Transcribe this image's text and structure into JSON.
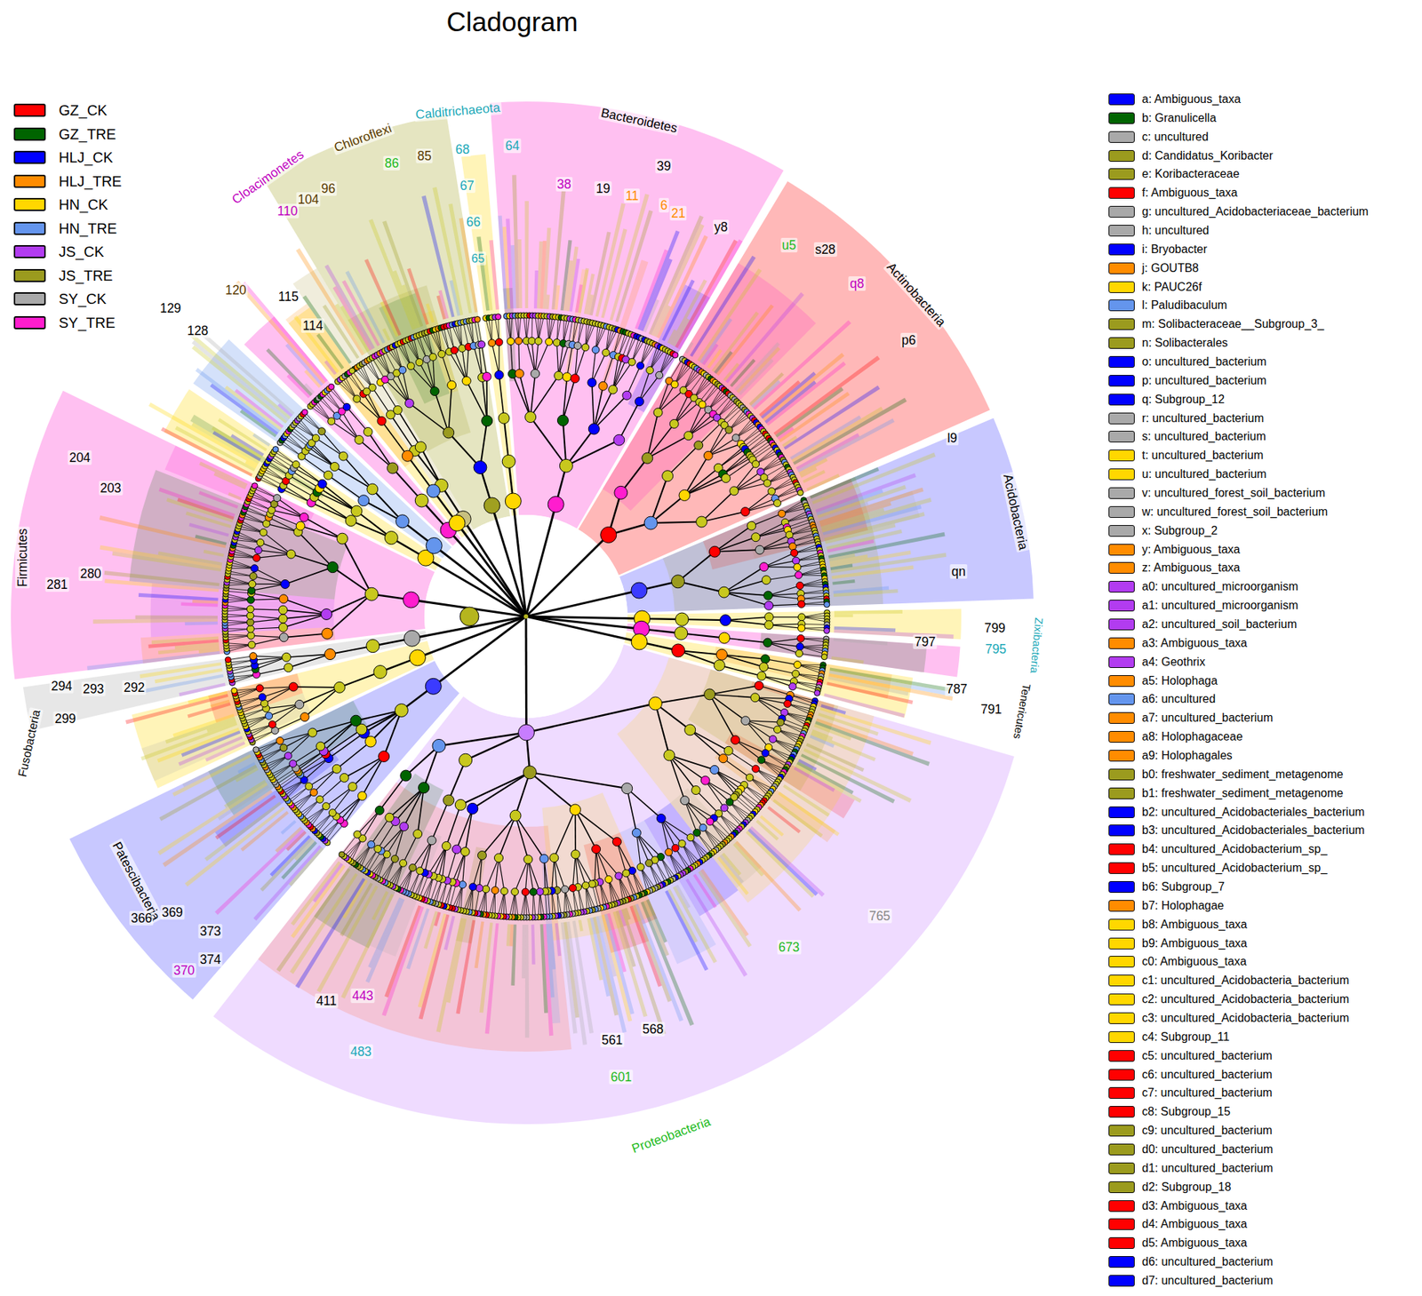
{
  "diagram": {
    "title": "Cladogram",
    "labels": [
      "Cloacimonetes",
      "Chloroflexi",
      "Calditrichaeota",
      "Bacteroidetes",
      "Actinobacteria",
      "Acidobacteria",
      "Zixibacteria",
      "Tenericutes",
      "Proteobacteria",
      "Patescibacteria",
      "Fusobacteria",
      "Firmicutes",
      "39",
      "19",
      "38",
      "11",
      "6",
      "21",
      "y8",
      "64",
      "68",
      "67",
      "66",
      "65",
      "85",
      "86",
      "104",
      "96",
      "110",
      "120",
      "115",
      "114",
      "129",
      "128",
      "204",
      "203",
      "281",
      "280",
      "294",
      "293",
      "292",
      "299",
      "366",
      "369",
      "373",
      "374",
      "370",
      "483",
      "443",
      "411",
      "601",
      "561",
      "568",
      "673",
      "765",
      "799",
      "795",
      "797",
      "791",
      "787",
      "q8",
      "p6",
      "l9",
      "qn",
      "s28",
      "u5"
    ],
    "legend": [
      {
        "text": "GZ_CK",
        "color": "#ff0000"
      },
      {
        "text": "GZ_TRE",
        "color": "#006400"
      },
      {
        "text": "HLJ_CK",
        "color": "#0000ff"
      },
      {
        "text": "HLJ_TRE",
        "color": "#ff8c00"
      },
      {
        "text": "HN_CK",
        "color": "#ffd700"
      },
      {
        "text": "HN_TRE",
        "color": "#6495ed"
      },
      {
        "text": "JS_CK",
        "color": "#b23cf0"
      },
      {
        "text": "JS_TRE",
        "color": "#9b9b1e"
      },
      {
        "text": "SY_CK",
        "color": "#a9a9a9"
      },
      {
        "text": "SY_TRE",
        "color": "#ff1dce"
      },
      {
        "text": "a: Ambiguous_taxa",
        "color": "#0000ff"
      },
      {
        "text": "b: Granulicella",
        "color": "#006400"
      },
      {
        "text": "c: uncultured",
        "color": "#a9a9a9"
      },
      {
        "text": "d: Candidatus_Koribacter",
        "color": "#9b9b1e"
      },
      {
        "text": "e: Koribacteraceae",
        "color": "#9b9b1e"
      },
      {
        "text": "f: Ambiguous_taxa",
        "color": "#ff0000"
      },
      {
        "text": "g: uncultured_Acidobacteriaceae_bacterium",
        "color": "#a9a9a9"
      },
      {
        "text": "h: uncultured",
        "color": "#a9a9a9"
      },
      {
        "text": "i: Bryobacter",
        "color": "#0000ff"
      },
      {
        "text": "j: GOUTB8",
        "color": "#ff8c00"
      },
      {
        "text": "k: PAUC26f",
        "color": "#ffd700"
      },
      {
        "text": "l: Paludibaculum",
        "color": "#6495ed"
      },
      {
        "text": "m: Solibacteraceae__Subgroup_3_",
        "color": "#9b9b1e"
      },
      {
        "text": "n: Solibacterales",
        "color": "#9b9b1e"
      },
      {
        "text": "o: uncultured_bacterium",
        "color": "#0000ff"
      },
      {
        "text": "p: uncultured_bacterium",
        "color": "#0000ff"
      },
      {
        "text": "q: Subgroup_12",
        "color": "#0000ff"
      },
      {
        "text": "r: uncultured_bacterium",
        "color": "#a9a9a9"
      },
      {
        "text": "s: uncultured_bacterium",
        "color": "#a9a9a9"
      },
      {
        "text": "t: uncultured_bacterium",
        "color": "#ffd700"
      },
      {
        "text": "u: uncultured_bacterium",
        "color": "#ffd700"
      },
      {
        "text": "v: uncultured_forest_soil_bacterium",
        "color": "#a9a9a9"
      },
      {
        "text": "w: uncultured_forest_soil_bacterium",
        "color": "#a9a9a9"
      },
      {
        "text": "x: Subgroup_2",
        "color": "#a9a9a9"
      },
      {
        "text": "y: Ambiguous_taxa",
        "color": "#ff8c00"
      },
      {
        "text": "z: Ambiguous_taxa",
        "color": "#ff8c00"
      },
      {
        "text": "a0: uncultured_microorganism",
        "color": "#b23cf0"
      },
      {
        "text": "a1: uncultured_microorganism",
        "color": "#b23cf0"
      },
      {
        "text": "a2: uncultured_soil_bacterium",
        "color": "#b23cf0"
      },
      {
        "text": "a3: Ambiguous_taxa",
        "color": "#ff8c00"
      },
      {
        "text": "a4: Geothrix",
        "color": "#b23cf0"
      },
      {
        "text": "a5: Holophaga",
        "color": "#ff8c00"
      },
      {
        "text": "a6: uncultured",
        "color": "#6495ed"
      },
      {
        "text": "a7: uncultured_bacterium",
        "color": "#ff8c00"
      },
      {
        "text": "a8: Holophagaceae",
        "color": "#ff8c00"
      },
      {
        "text": "a9: Holophagales",
        "color": "#ff8c00"
      },
      {
        "text": "b0: freshwater_sediment_metagenome",
        "color": "#9b9b1e"
      },
      {
        "text": "b1: freshwater_sediment_metagenome",
        "color": "#9b9b1e"
      },
      {
        "text": "b2: uncultured_Acidobacteriales_bacterium",
        "color": "#0000ff"
      },
      {
        "text": "b3: uncultured_Acidobacteriales_bacterium",
        "color": "#0000ff"
      },
      {
        "text": "b4: uncultured_Acidobacterium_sp_",
        "color": "#ff0000"
      },
      {
        "text": "b5: uncultured_Acidobacterium_sp_",
        "color": "#ff0000"
      },
      {
        "text": "b6: Subgroup_7",
        "color": "#0000ff"
      },
      {
        "text": "b7: Holophagae",
        "color": "#ff8c00"
      },
      {
        "text": "b8: Ambiguous_taxa",
        "color": "#ffd700"
      },
      {
        "text": "b9: Ambiguous_taxa",
        "color": "#ffd700"
      },
      {
        "text": "c0: Ambiguous_taxa",
        "color": "#ffd700"
      },
      {
        "text": "c1: uncultured_Acidobacteria_bacterium",
        "color": "#ffd700"
      },
      {
        "text": "c2: uncultured_Acidobacteria_bacterium",
        "color": "#ffd700"
      },
      {
        "text": "c3: uncultured_Acidobacteria_bacterium",
        "color": "#ffd700"
      },
      {
        "text": "c4: Subgroup_11",
        "color": "#ffd700"
      },
      {
        "text": "c5: uncultured_bacterium",
        "color": "#ff0000"
      },
      {
        "text": "c6: uncultured_bacterium",
        "color": "#ff0000"
      },
      {
        "text": "c7: uncultured_bacterium",
        "color": "#ff0000"
      },
      {
        "text": "c8: Subgroup_15",
        "color": "#ff0000"
      },
      {
        "text": "c9: uncultured_bacterium",
        "color": "#9b9b1e"
      },
      {
        "text": "d0: uncultured_bacterium",
        "color": "#9b9b1e"
      },
      {
        "text": "d1: uncultured_bacterium",
        "color": "#9b9b1e"
      },
      {
        "text": "d2: Subgroup_18",
        "color": "#9b9b1e"
      },
      {
        "text": "d3: Ambiguous_taxa",
        "color": "#ff0000"
      },
      {
        "text": "d4: Ambiguous_taxa",
        "color": "#ff0000"
      },
      {
        "text": "d5: Ambiguous_taxa",
        "color": "#ff0000"
      },
      {
        "text": "d6: uncultured_bacterium",
        "color": "#0000ff"
      },
      {
        "text": "d7: uncultured_bacterium",
        "color": "#0000ff"
      }
    ]
  }
}
